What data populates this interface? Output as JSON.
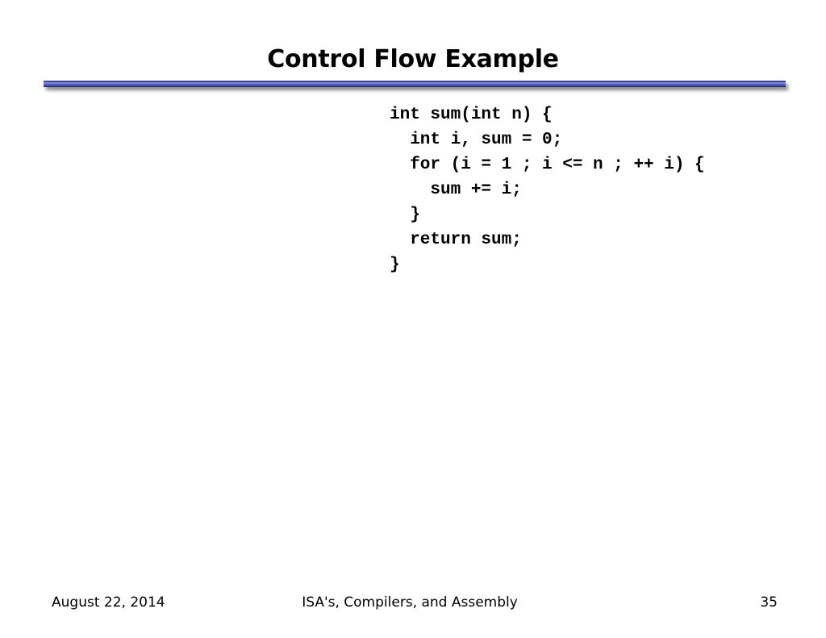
{
  "slide": {
    "title": "Control Flow Example",
    "accent_color": "#4a55b5"
  },
  "code": {
    "lines": [
      "int sum(int n) {",
      "  int i, sum = 0;",
      "  for (i = 1 ; i <= n ; ++ i) {",
      "    sum += i;",
      "  }",
      "  return sum;",
      "}"
    ]
  },
  "footer": {
    "date": "August 22, 2014",
    "title": "ISA's, Compilers, and Assembly",
    "page": "35"
  }
}
